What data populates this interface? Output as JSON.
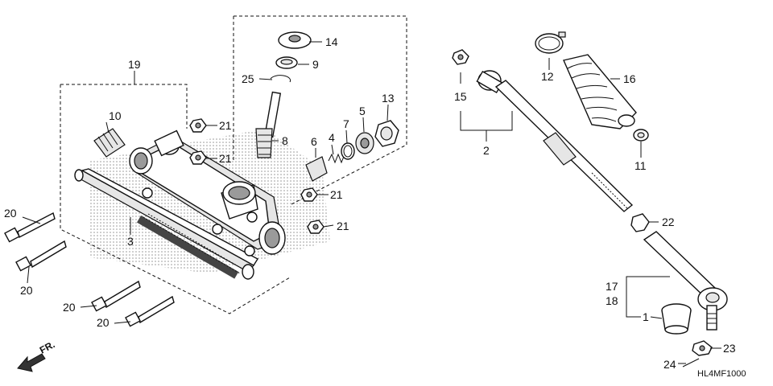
{
  "diagram": {
    "labels": {
      "p1": "1",
      "p2": "2",
      "p3": "3",
      "p4": "4",
      "p5": "5",
      "p6": "6",
      "p7": "7",
      "p8": "8",
      "p9": "9",
      "p10": "10",
      "p11": "11",
      "p12": "12",
      "p13": "13",
      "p14": "14",
      "p15": "15",
      "p16": "16",
      "p17": "17",
      "p18": "18",
      "p19": "19",
      "p20a": "20",
      "p20b": "20",
      "p20c": "20",
      "p20d": "20",
      "p21a": "21",
      "p21b": "21",
      "p21c": "21",
      "p21d": "21",
      "p22": "22",
      "p23": "23",
      "p24": "24",
      "p25": "25"
    },
    "direction_label": "FR.",
    "diagram_code": "HL4MF1000"
  }
}
